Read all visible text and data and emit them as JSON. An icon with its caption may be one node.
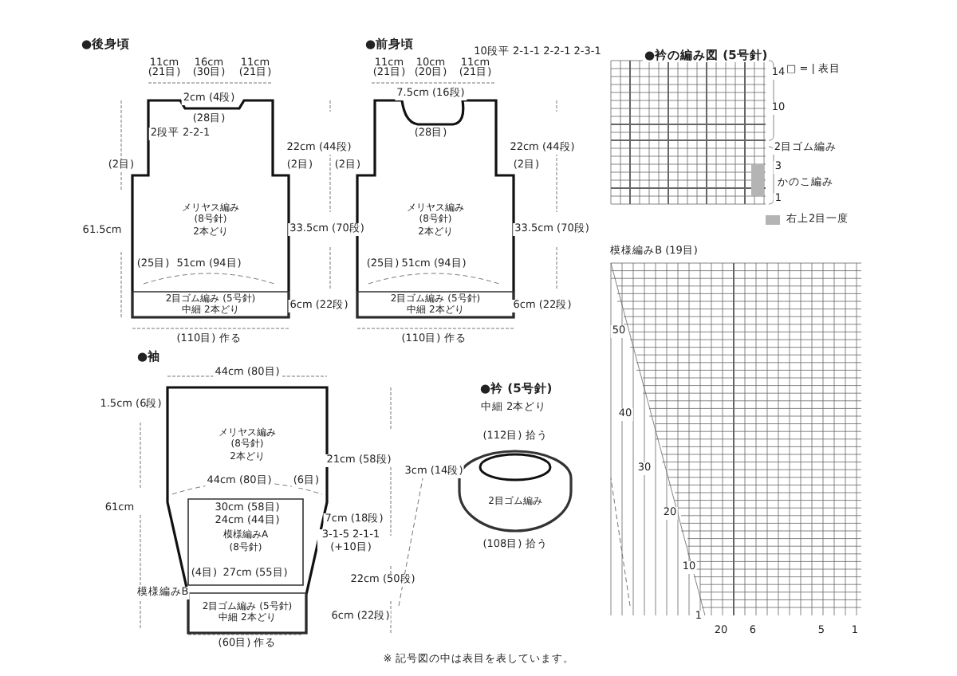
{
  "diagram": {
    "nodes": [
      {
        "text": [
          "メリヤス編み",
          "(8号針)",
          "2本どり"
        ]
      },
      {
        "text": [
          "2目ゴム編み (5号針)",
          "中細 2本どり"
        ],
        "in": 0
      },
      {
        "text": [
          "メリヤス編み",
          "(8号針)",
          "2本どり"
        ]
      },
      {
        "text": [
          "2目ゴム編み (5号針)",
          "中細 2本どり"
        ],
        "in": 2
      },
      {
        "text": [
          "メリヤス編み",
          "(8号針)",
          "2本どり"
        ]
      },
      {
        "text": [
          "模様編みA",
          "(8号針)"
        ],
        "in": 4
      },
      {
        "text": [
          "2目ゴム編み (5号針)",
          "中細 2本どり"
        ],
        "in": 4
      },
      {
        "text": [
          "2目ゴム編み"
        ]
      }
    ],
    "edges": [],
    "labels": [
      "●後身頃",
      "●前身頃",
      "●衿の編み図 (5号針)",
      "□ = | 表目",
      "11cm",
      "16cm",
      "11cm",
      "11cm",
      "10cm",
      "11cm",
      "10段平 2-1-1 2-2-1 2-3-1",
      "(21目)",
      "(30目)",
      "(21目)",
      "(21目)",
      "(20目)",
      "(21目)",
      "14",
      "2cm (4段)",
      "(28目)",
      "7.5cm (16段)",
      "10",
      "2段平 2-2-1",
      "(28目)",
      "22cm (44段)",
      "22cm (44段)",
      "2目ゴム編み",
      "(2目)",
      "(2目)",
      "(2目)",
      "(2目)",
      "61.5cm",
      "33.5cm (70段)",
      "33.5cm (70段)",
      "3",
      "かのこ編み",
      "1",
      "(25目)",
      "51cm (94目)",
      "(25目)",
      "51cm (94目)",
      "模様編みB (19目)",
      "6cm (22段)",
      "6cm (22段)",
      "(110目) 作る",
      "(110目) 作る",
      "50",
      "●袖",
      "44cm (80目)",
      "1.5cm (6段)",
      "40",
      "●衿 (5号針)",
      "中細 2本どり",
      "(112目) 拾う",
      "21cm (58段)",
      "44cm (80目)",
      "(6目)",
      "61cm",
      "30cm (58目)",
      "3cm (14段)",
      "24cm (44目)",
      "7cm (18段)",
      "3-1-5 2-1-1 (+10目)",
      "22cm (50段)",
      "30",
      "(4目)",
      "27cm (55目)",
      "(108目) 拾う",
      "20",
      "模様編みB",
      "6cm (22段)",
      "10",
      "(60目) 作る",
      "1",
      "20",
      "6",
      "5",
      "1",
      "※ 記号図の中は表目を表しています。"
    ],
    "legend": [
      {
        "text": "右上2目一度",
        "color": "#b4b4b4"
      }
    ]
  }
}
